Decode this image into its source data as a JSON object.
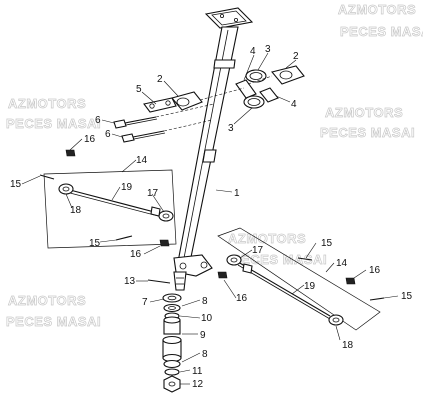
{
  "watermarks": [
    "AZMOTORS",
    "PECES MASAI",
    "AZMOTORS",
    "PECES MASAI",
    "AZMOTORS",
    "PECES MASAI",
    "AZMOTORS",
    "PECES MASAI",
    "AZMOTORS",
    "PECES MASAI"
  ],
  "callouts": [
    "1",
    "2",
    "2",
    "3",
    "3",
    "4",
    "4",
    "5",
    "6",
    "6",
    "7",
    "8",
    "8",
    "9",
    "10",
    "11",
    "12",
    "13",
    "14",
    "14",
    "15",
    "15",
    "15",
    "15",
    "16",
    "16",
    "16",
    "16",
    "17",
    "17",
    "18",
    "18",
    "19",
    "19"
  ],
  "colors": {
    "line": "#111111",
    "watermark": "#c8c8c8",
    "background": "#ffffff"
  }
}
